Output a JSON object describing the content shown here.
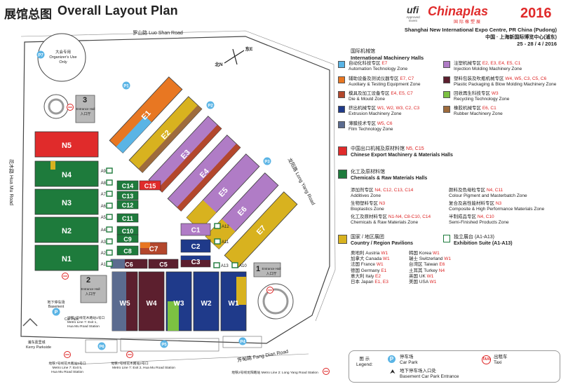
{
  "header": {
    "title_cn": "展馆总图",
    "title_en": "Overall Layout Plan",
    "ufi_logo": "ufi",
    "ufi_sub": "Approved Event",
    "brand": "Chinaplas",
    "brand_cn": "国际橡塑展",
    "year": "2016",
    "venue_en": "Shanghai New International Expo Centre, PR China (Pudong)",
    "venue_cn": "中国 · 上海新国际博览中心(浦东)",
    "dates": "25 - 28 / 4 / 2016"
  },
  "colors": {
    "automation": "#5ab4e5",
    "auxiliary": "#e87722",
    "die_mould": "#b3472c",
    "extrusion": "#1f3a8a",
    "film": "#5b6b8f",
    "injection": "#b07cc6",
    "packaging": "#5c1f2e",
    "recycling": "#7cc142",
    "rubber": "#9e6b3c",
    "export": "#e02b2b",
    "chemicals": "#1e7b3c",
    "country": "#d8b21f",
    "suite": "#ffffff",
    "plaza": "#b8b8b8"
  },
  "legend": {
    "machinery_cn": "国际机械馆",
    "machinery_en": "International Machinery Halls",
    "zones": [
      {
        "key": "automation",
        "cn": "自动化科技专区 ",
        "code": "E7",
        "en": "Automation Technology Zone"
      },
      {
        "key": "injection",
        "cn": "注塑机械专区 ",
        "code": "E2, E3, E4, E5, C1",
        "en": "Injection Molding Machinery Zone"
      },
      {
        "key": "auxiliary",
        "cn": "辅助设备及测试仪器专区 ",
        "code": "E7, C7",
        "en": "Auxiliary & Testing Equipment Zone"
      },
      {
        "key": "packaging",
        "cn": "塑料包装及吹瓶机械专区 ",
        "code": "W4, W5, C3, C5, C6",
        "en": "Plastic Packaging & Blow Molding Machinery Zone"
      },
      {
        "key": "die_mould",
        "cn": "模具及加工设备专区 ",
        "code": "E4, E5, C7",
        "en": "Die & Mould Zone"
      },
      {
        "key": "recycling",
        "cn": "回收再生科技专区 ",
        "code": "W3",
        "en": "Recycling Technology Zone"
      },
      {
        "key": "extrusion",
        "cn": "挤出机械专区 ",
        "code": "W1, W2, W3, C2, C3",
        "en": "Extrusion Machinery Zone"
      },
      {
        "key": "rubber",
        "cn": "橡胶机械专区 ",
        "code": "E6, C1",
        "en": "Rubber Machinery Zone"
      },
      {
        "key": "film",
        "cn": "薄膜技术专区 ",
        "code": "W5, C6",
        "en": "Film Technology Zone"
      }
    ],
    "export_cn": "中国出口机械及原材料馆 ",
    "export_code": "N5, C15",
    "export_en": "Chinese Export Machinery & Materials Halls",
    "chem_cn": "化工及原材料馆",
    "chem_en": "Chemicals & Raw Materials Halls",
    "chem_zones": [
      {
        "cn": "添加剂专区 ",
        "code": "N4, C12, C13, C14",
        "en": "Additives Zone"
      },
      {
        "cn": "颜料及色母粒专区 ",
        "code": "N4, C11",
        "en": "Colour Pigment and Masterbatch Zone"
      },
      {
        "cn": "生物塑料专区 ",
        "code": "N3",
        "en": "Bioplastics Zone"
      },
      {
        "cn": "复合及高性能材料专区 ",
        "code": "N3",
        "en": "Composite & High Performance Materials Zone"
      },
      {
        "cn": "化工及原材料专区 ",
        "code": "N1-N4, C8-C10, C14",
        "en": "Chemicals & Raw Materials Zone"
      },
      {
        "cn": "半制成品专区 ",
        "code": "N4, C10",
        "en": "Semi-Finished Products Zone"
      }
    ],
    "country_cn": "国家 / 地区展团",
    "country_en": "Country / Region Pavilions",
    "suite_cn": "独立展台 (A1-A13)",
    "suite_en": "Exhibition Suite (A1-A13)",
    "pavilions_left": [
      {
        "name": "奥地利 Austria ",
        "hall": "W1"
      },
      {
        "name": "加拿大 Canada ",
        "hall": "W1"
      },
      {
        "name": "法国 France ",
        "hall": "W1"
      },
      {
        "name": "德国 Germany ",
        "hall": "E1"
      },
      {
        "name": "意大利 Italy ",
        "hall": "E2"
      },
      {
        "name": "日本 Japan ",
        "hall": "E1, E3"
      }
    ],
    "pavilions_right": [
      {
        "name": "韩国 Korea ",
        "hall": "W1"
      },
      {
        "name": "瑞士 Switzerland ",
        "hall": "W1"
      },
      {
        "name": "台湾区 Taiwan ",
        "hall": "E6"
      },
      {
        "name": "土耳其 Turkey ",
        "hall": "N4"
      },
      {
        "name": "英国 UK ",
        "hall": "W1"
      },
      {
        "name": "美国 USA ",
        "hall": "W1"
      }
    ]
  },
  "map": {
    "road_north_cn": "罗山路",
    "road_north_en": "Luo Shan Road",
    "road_west_cn": "花木路",
    "road_west_en": "Hua Mu Road",
    "road_east_cn": "龙阳路",
    "road_east_en": "Long Yang Road",
    "road_south_cn": "芳甸路",
    "road_south_en": "Fang Dian Road",
    "compass_north": "北N",
    "compass_east": "东E",
    "organizer": [
      "大会专用",
      "Organizer's Use",
      "Only"
    ],
    "entrance_hall": "Entrance Hall",
    "entrance_cn": "入口厅",
    "halls_east": [
      "E1",
      "E2",
      "E3",
      "E4",
      "E5",
      "E6",
      "E7"
    ],
    "halls_north": [
      "N1",
      "N2",
      "N3",
      "N4",
      "N5"
    ],
    "halls_west": [
      "W1",
      "W2",
      "W3",
      "W4",
      "W5"
    ],
    "central": [
      "C1",
      "C2",
      "C3",
      "C5",
      "C6",
      "C7",
      "C8",
      "C9",
      "C10",
      "C11",
      "C12",
      "C13",
      "C14",
      "C15"
    ],
    "suites": [
      "A1",
      "A2",
      "A3",
      "A4",
      "A5",
      "A6",
      "A7",
      "A8",
      "A9",
      "A10",
      "A11",
      "A12",
      "A13"
    ],
    "entrances": [
      "1",
      "2",
      "3"
    ],
    "parks": [
      "P1",
      "P2",
      "P3",
      "P4",
      "P5",
      "P6",
      "P7"
    ],
    "basement": [
      "地下停车场",
      "Basement",
      "Car Park"
    ],
    "kerry": [
      "浦东嘉里城",
      "Kerry Parkside"
    ],
    "metro_line7_exit1": [
      "地铁7号线花木路站1号口",
      "Metro Line 7: Exit 1,",
      "Hua Mu Road Station"
    ],
    "metro_line7_exit5": [
      "地铁7号线花木路站5号口",
      "Metro Line 7: Exit 5,",
      "Hua Mu Road Station"
    ],
    "metro_line7_exit2": [
      "地铁7号线花木路站2号口",
      "Metro Line 7: Exit 2, Hua Mu Road Station"
    ],
    "metro_line2": "地铁2号线龙阳路站 Metro Line 2: Long Yang Road Station"
  },
  "footer": {
    "legend_cn": "图 示",
    "legend_en": "Legend:",
    "car_park_cn": "停车场",
    "car_park_en": "Car Park",
    "taxi_cn": "出租车",
    "taxi_en": "Taxi",
    "basement_cn": "地下停车场入口处",
    "basement_en": "Basement Car Park Entrance"
  }
}
